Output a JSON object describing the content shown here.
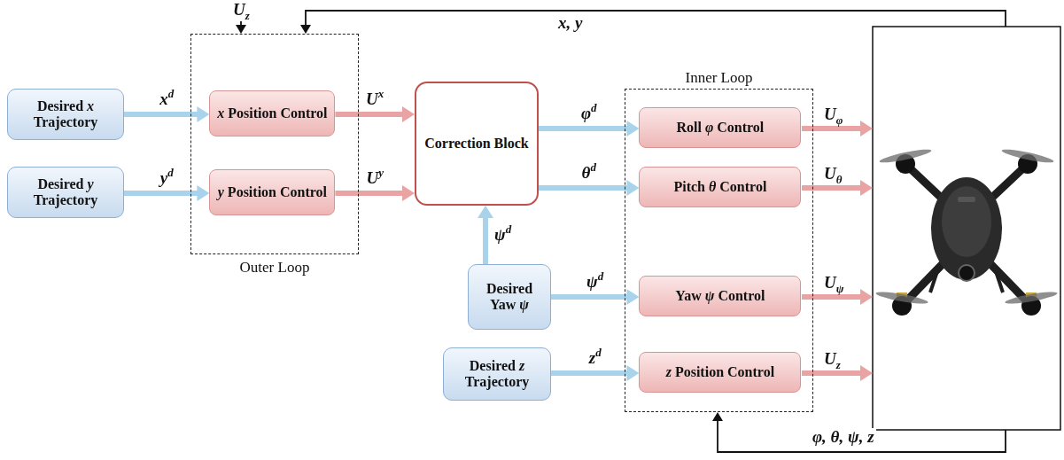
{
  "diagram": {
    "nodes": [
      {
        "text": [
          "Desired x Trajectory"
        ]
      },
      {
        "text": [
          "Desired y Trajectory"
        ]
      },
      {
        "text": [
          "Outer Loop"
        ]
      },
      {
        "text": [
          "x Position Control"
        ],
        "in": 2
      },
      {
        "text": [
          "y Position Control"
        ],
        "in": 2
      },
      {
        "text": [
          "Correction Block"
        ]
      },
      {
        "text": [
          "Inner Loop"
        ]
      },
      {
        "text": [
          "Roll φ Control"
        ],
        "in": 6
      },
      {
        "text": [
          "Pitch θ Control"
        ],
        "in": 6
      },
      {
        "text": [
          "Desired Yaw ψ"
        ]
      },
      {
        "text": [
          "Yaw ψ Control"
        ],
        "in": 6
      },
      {
        "text": [
          "Desired z Trajectory"
        ]
      },
      {
        "text": [
          "z Position Control"
        ],
        "in": 6
      }
    ],
    "edges": [
      {
        "from": 0,
        "to": 3,
        "label": "xd",
        "arrow": "to"
      },
      {
        "from": 1,
        "to": 4,
        "label": "yd",
        "arrow": "to"
      },
      {
        "from": 3,
        "to": 5,
        "label": "Ux",
        "arrow": "to"
      },
      {
        "from": 4,
        "to": 5,
        "label": "Uy",
        "arrow": "to"
      },
      {
        "from": 5,
        "to": 7,
        "label": "φd",
        "arrow": "to"
      },
      {
        "from": 5,
        "to": 8,
        "label": "θd",
        "arrow": "to"
      },
      {
        "from": 9,
        "to": 5,
        "label": "ψd",
        "arrow": "to"
      },
      {
        "from": 9,
        "to": 10,
        "label": "ψd",
        "arrow": "to"
      },
      {
        "from": 11,
        "to": 12,
        "label": "zd",
        "arrow": "to"
      }
    ],
    "labels": [
      "Uz",
      "x, y",
      "Uφ",
      "Uθ",
      "Uψ",
      "Uz",
      "φ, θ, ψ, z"
    ]
  }
}
